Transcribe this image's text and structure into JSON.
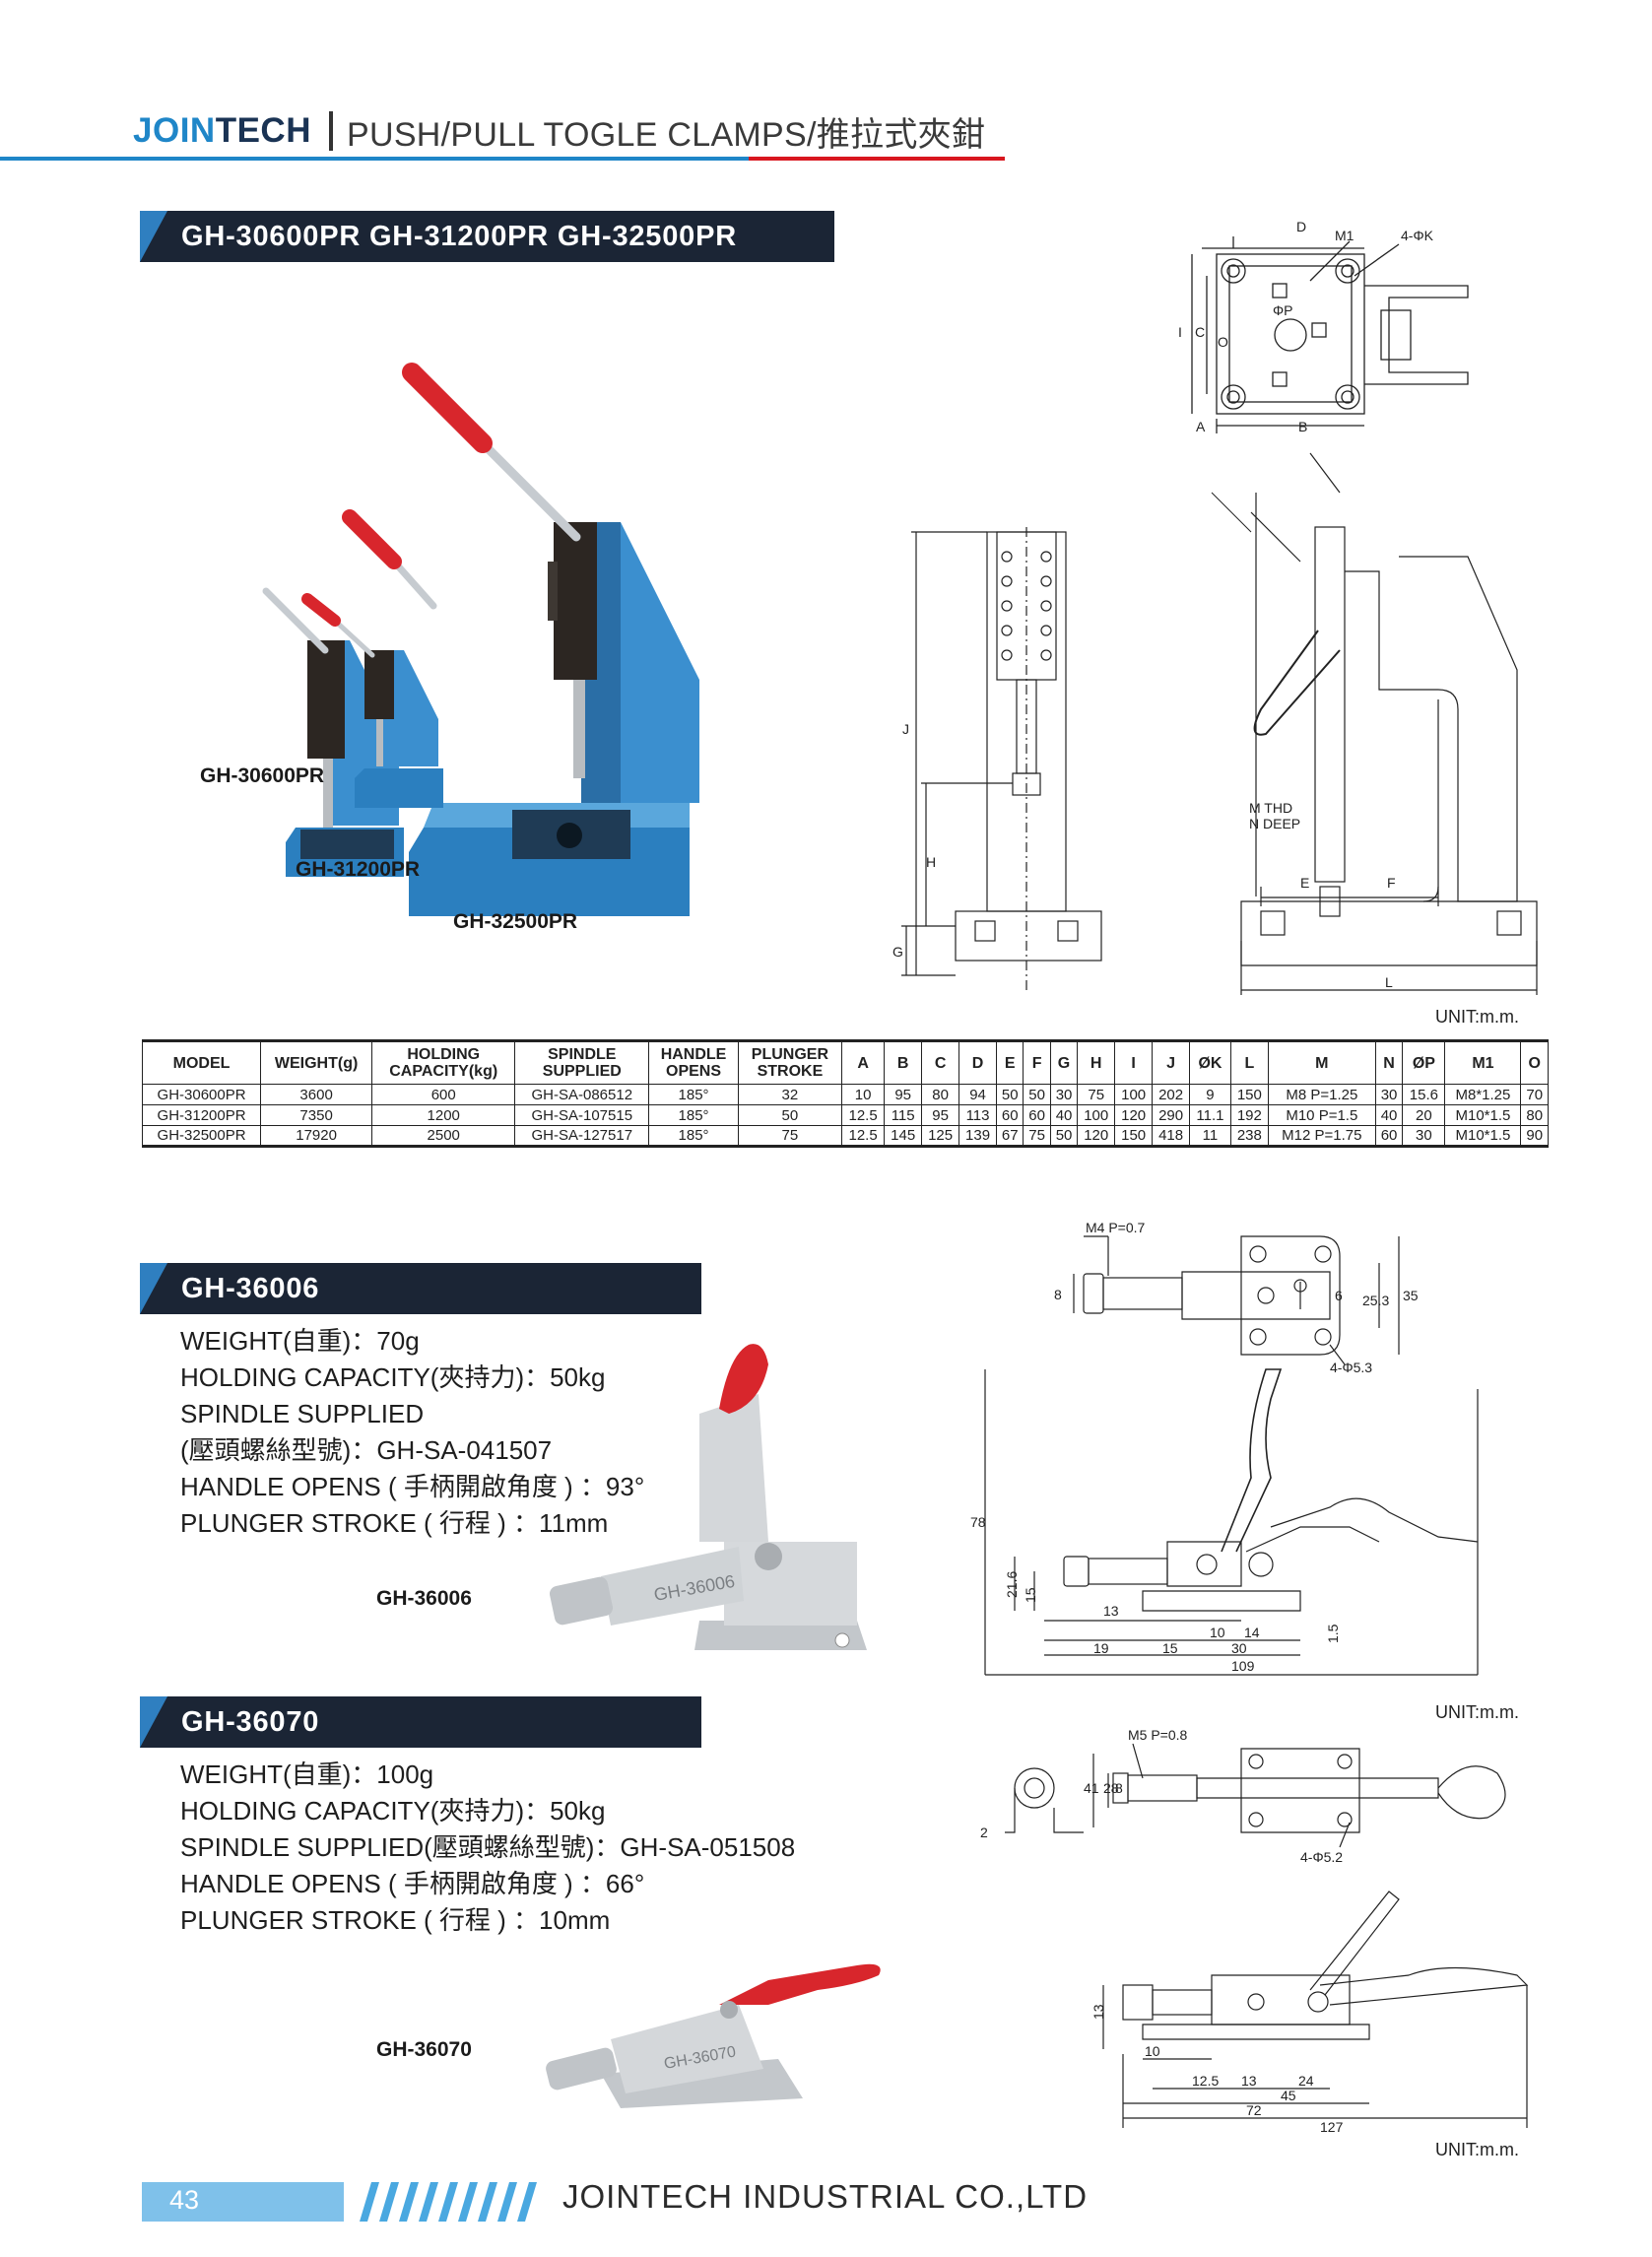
{
  "header": {
    "brand_part1": "JOIN",
    "brand_part2": "TECH",
    "title": "PUSH/PULL TOGLE CLAMPS/推拉式夾鉗"
  },
  "section1": {
    "title": "GH-30600PR GH-31200PR GH-32500PR",
    "product_labels": [
      "GH-30600PR",
      "GH-31200PR",
      "GH-32500PR"
    ],
    "drawing_labels": {
      "top": [
        "D",
        "M1",
        "4-ΦK",
        "ΦP",
        "I",
        "C",
        "O",
        "A",
        "B"
      ],
      "side": [
        "J",
        "H",
        "G"
      ],
      "front": [
        "M THD",
        "N DEEP",
        "E",
        "F",
        "L"
      ]
    },
    "unit": "UNIT:m.m."
  },
  "table": {
    "headers": [
      "MODEL",
      "WEIGHT(g)",
      "HOLDING\nCAPACITY(kg)",
      "SPINDLE\nSUPPLIED",
      "HANDLE\nOPENS",
      "PLUNGER\nSTROKE",
      "A",
      "B",
      "C",
      "D",
      "E",
      "F",
      "G",
      "H",
      "I",
      "J",
      "ØK",
      "L",
      "M",
      "N",
      "ØP",
      "M1",
      "O"
    ],
    "rows": [
      [
        "GH-30600PR",
        "3600",
        "600",
        "GH-SA-086512",
        "185°",
        "32",
        "10",
        "95",
        "80",
        "94",
        "50",
        "50",
        "30",
        "75",
        "100",
        "202",
        "9",
        "150",
        "M8 P=1.25",
        "30",
        "15.6",
        "M8*1.25",
        "70"
      ],
      [
        "GH-31200PR",
        "7350",
        "1200",
        "GH-SA-107515",
        "185°",
        "50",
        "12.5",
        "115",
        "95",
        "113",
        "60",
        "60",
        "40",
        "100",
        "120",
        "290",
        "11.1",
        "192",
        "M10 P=1.5",
        "40",
        "20",
        "M10*1.5",
        "80"
      ],
      [
        "GH-32500PR",
        "17920",
        "2500",
        "GH-SA-127517",
        "185°",
        "75",
        "12.5",
        "145",
        "125",
        "139",
        "67",
        "75",
        "50",
        "120",
        "150",
        "418",
        "11",
        "238",
        "M12 P=1.75",
        "60",
        "30",
        "M10*1.5",
        "90"
      ]
    ]
  },
  "section2": {
    "title": "GH-36006",
    "specs": [
      "WEIGHT(自重)：70g",
      "HOLDING CAPACITY(夾持力)：50kg",
      "SPINDLE SUPPLIED",
      "(壓頭螺絲型號)：GH-SA-041507",
      "HANDLE OPENS ( 手柄開啟角度 ) ：93°",
      "PLUNGER STROKE ( 行程 ) ：11mm"
    ],
    "product_label": "GH-36006",
    "product_marking": "GH-36006",
    "drawing_labels": [
      "M4 P=0.7",
      "8",
      "6",
      "25.3",
      "35",
      "4-Φ5.3",
      "78",
      "21.6",
      "15",
      "13",
      "1.5",
      "10",
      "14",
      "19",
      "15",
      "30",
      "109"
    ],
    "unit": "UNIT:m.m."
  },
  "section3": {
    "title": "GH-36070",
    "specs": [
      "WEIGHT(自重)：100g",
      "HOLDING CAPACITY(夾持力)：50kg",
      "SPINDLE SUPPLIED(壓頭螺絲型號)：GH-SA-051508",
      "HANDLE OPENS ( 手柄開啟角度 ) ：66°",
      "PLUNGER STROKE ( 行程 ) ：10mm"
    ],
    "product_label": "GH-36070",
    "product_marking": "GH-36070",
    "drawing_labels": [
      "M5 P=0.8",
      "41",
      "28",
      "8",
      "2",
      "4-Φ5.2",
      "13",
      "10",
      "12.5",
      "13",
      "24",
      "45",
      "72",
      "127"
    ],
    "unit": "UNIT:m.m."
  },
  "footer": {
    "page_number": "43",
    "company": "JOINTECH INDUSTRIAL CO.,LTD"
  },
  "colors": {
    "brand_blue": "#1f86c8",
    "brand_navy": "#1a3354",
    "accent_red": "#d8161e",
    "bar_dark": "#1b2535",
    "clamp_blue": "#2f86c4",
    "handle_red": "#d8262c",
    "footer_blue": "#7fc1ea"
  }
}
